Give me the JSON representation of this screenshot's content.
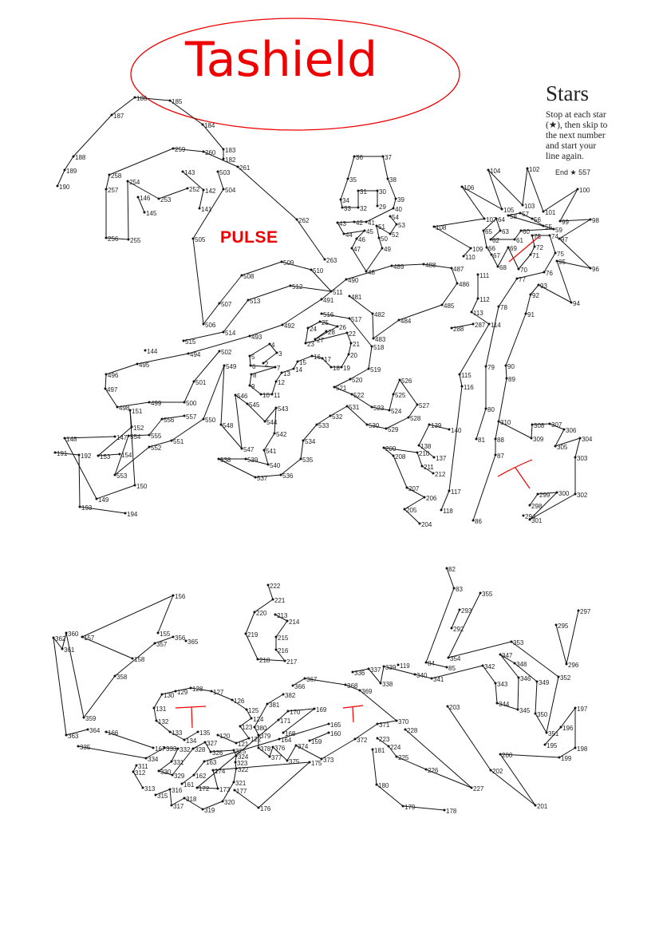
{
  "scrawl_title": "Tashield",
  "annotation": "PULSE",
  "panel": {
    "title": "Stars",
    "instructions": "Stop at each star (★), then skip to the next number and start your line again.",
    "end_label": "End ★ 557"
  },
  "colors": {
    "ink": "#222222",
    "red_marker": "#e00000"
  },
  "dots": [
    "2",
    "3",
    "4",
    "5",
    "6",
    "7",
    "8",
    "9",
    "10",
    "11",
    "12",
    "13",
    "14",
    "15",
    "16",
    "17",
    "18",
    "19",
    "20",
    "21",
    "22",
    "23",
    "24",
    "25",
    "26",
    "27",
    "28",
    "29",
    "30",
    "31",
    "32",
    "33",
    "34",
    "35",
    "36",
    "37",
    "38",
    "39",
    "40",
    "41",
    "42",
    "43",
    "44",
    "45",
    "46",
    "47",
    "48",
    "49",
    "50",
    "51",
    "52",
    "53",
    "54",
    "55",
    "56",
    "57",
    "58",
    "59",
    "60",
    "61",
    "62",
    "63",
    "64",
    "65",
    "66",
    "67",
    "68",
    "69",
    "70",
    "71",
    "72",
    "73",
    "74",
    "75",
    "76",
    "77",
    "78",
    "79",
    "80",
    "81",
    "82",
    "83",
    "84",
    "85",
    "86",
    "87",
    "88",
    "89",
    "90",
    "91",
    "92",
    "93",
    "94",
    "95",
    "96",
    "97",
    "98",
    "99",
    "100",
    "101",
    "102",
    "103",
    "104",
    "105",
    "106",
    "107",
    "108",
    "109",
    "110",
    "111",
    "112",
    "113",
    "114",
    "115",
    "116",
    "117",
    "118",
    "119",
    "120",
    "121",
    "122",
    "123",
    "124",
    "125",
    "126",
    "127",
    "128",
    "129",
    "130",
    "131",
    "132",
    "133",
    "134",
    "135",
    "137",
    "138",
    "139",
    "140",
    "141",
    "142",
    "143",
    "144",
    "145",
    "146",
    "147",
    "148",
    "149",
    "150",
    "151",
    "152",
    "153",
    "154",
    "155",
    "156",
    "157",
    "158",
    "159",
    "160",
    "161",
    "162",
    "163",
    "164",
    "165",
    "166",
    "167",
    "168",
    "169",
    "170",
    "171",
    "172",
    "173",
    "174",
    "175",
    "176",
    "177",
    "178",
    "179",
    "180",
    "181",
    "182",
    "183",
    "184",
    "185",
    "186",
    "187",
    "188",
    "189",
    "190",
    "191",
    "192",
    "193",
    "194",
    "195",
    "196",
    "197",
    "198",
    "199",
    "200",
    "201",
    "202",
    "203",
    "204",
    "205",
    "206",
    "207",
    "208",
    "209",
    "210",
    "211",
    "212",
    "213",
    "214",
    "215",
    "216",
    "217",
    "218",
    "219",
    "220",
    "221",
    "222",
    "223",
    "224",
    "225",
    "226",
    "227",
    "228",
    "252",
    "253",
    "254",
    "255",
    "256",
    "257",
    "258",
    "259",
    "260",
    "261",
    "262",
    "263",
    "287",
    "288",
    "292",
    "293",
    "294",
    "295",
    "296",
    "297",
    "298",
    "299",
    "300",
    "301",
    "302",
    "303",
    "304",
    "305",
    "306",
    "307",
    "308",
    "309",
    "310",
    "311",
    "312",
    "313",
    "315",
    "316",
    "317",
    "318",
    "319",
    "320",
    "321",
    "322",
    "323",
    "324",
    "325",
    "326",
    "327",
    "328",
    "329",
    "330",
    "331",
    "332",
    "333",
    "334",
    "335",
    "336",
    "337",
    "338",
    "339",
    "340",
    "341",
    "342",
    "343",
    "344",
    "345",
    "346",
    "347",
    "348",
    "349",
    "350",
    "351",
    "352",
    "353",
    "354",
    "355",
    "356",
    "357",
    "358",
    "359",
    "360",
    "361",
    "362",
    "363",
    "364",
    "365",
    "366",
    "367",
    "368",
    "369",
    "370",
    "371",
    "372",
    "373",
    "374",
    "375",
    "376",
    "377",
    "378",
    "379",
    "380",
    "381",
    "382",
    "481",
    "482",
    "483",
    "484",
    "485",
    "486",
    "487",
    "488",
    "489",
    "490",
    "491",
    "492",
    "493",
    "494",
    "495",
    "496",
    "497",
    "498",
    "499",
    "500",
    "501",
    "502",
    "503",
    "504",
    "505",
    "506",
    "507",
    "508",
    "509",
    "510",
    "511",
    "512",
    "513",
    "514",
    "515",
    "516",
    "517",
    "518",
    "519",
    "520",
    "521",
    "522",
    "523",
    "524",
    "525",
    "526",
    "527",
    "528",
    "529",
    "530",
    "531",
    "532",
    "533",
    "534",
    "535",
    "536",
    "537",
    "538",
    "539",
    "540",
    "541",
    "542",
    "543",
    "544",
    "545",
    "546",
    "547",
    "548",
    "549",
    "550",
    "551",
    "552",
    "553",
    "554",
    "555",
    "556",
    "557"
  ]
}
